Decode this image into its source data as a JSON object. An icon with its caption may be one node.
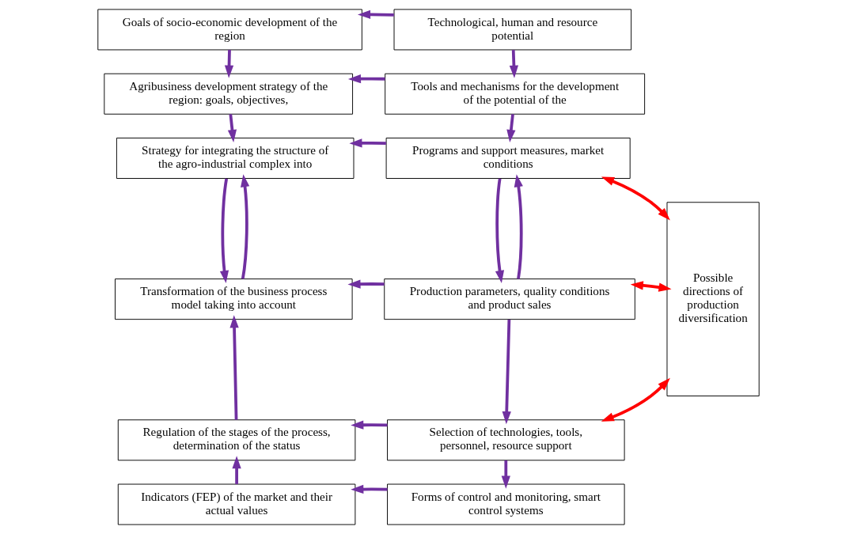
{
  "diagram": {
    "nodes": [
      {
        "text": [
          "Goals of socio-economic development of the region"
        ]
      },
      {
        "text": [
          "Technological, human and resource potential"
        ]
      },
      {
        "text": [
          "Agribusiness development strategy of the region: goals, objectives,"
        ]
      },
      {
        "text": [
          "Tools and mechanisms for the development of the potential of the"
        ]
      },
      {
        "text": [
          "Strategy for integrating the structure of the agro-industrial complex into"
        ]
      },
      {
        "text": [
          "Programs and support measures, market conditions"
        ]
      },
      {
        "text": [
          "Transformation of the business process model taking into account"
        ]
      },
      {
        "text": [
          "Production parameters, quality conditions and product sales"
        ]
      },
      {
        "text": [
          "Regulation of the stages of the process, determination of the status"
        ]
      },
      {
        "text": [
          "Selection of technologies, tools, personnel, resource support"
        ]
      },
      {
        "text": [
          "Indicators (FEP) of the market and their actual values"
        ]
      },
      {
        "text": [
          "Forms of control and monitoring, smart control systems"
        ]
      },
      {
        "text": [
          "Possible directions of production diversification"
        ]
      }
    ],
    "edges": [
      {
        "from": 1,
        "to": 0,
        "arrow": "to"
      },
      {
        "from": 0,
        "to": 2,
        "arrow": "to"
      },
      {
        "from": 1,
        "to": 3,
        "arrow": "to"
      },
      {
        "from": 3,
        "to": 2,
        "arrow": "to"
      },
      {
        "from": 2,
        "to": 4,
        "arrow": "to"
      },
      {
        "from": 3,
        "to": 5,
        "arrow": "to"
      },
      {
        "from": 5,
        "to": 4,
        "arrow": "to"
      },
      {
        "from": 5,
        "to": 12,
        "arrow": "both",
        "color": "#ff0000"
      },
      {
        "from": 4,
        "to": 6,
        "arrow": "to"
      },
      {
        "from": 6,
        "to": 4,
        "arrow": "to"
      },
      {
        "from": 5,
        "to": 7,
        "arrow": "to"
      },
      {
        "from": 7,
        "to": 5,
        "arrow": "to"
      },
      {
        "from": 7,
        "to": 6,
        "arrow": "to"
      },
      {
        "from": 7,
        "to": 12,
        "arrow": "both",
        "color": "#ff0000"
      },
      {
        "from": 8,
        "to": 6,
        "arrow": "to"
      },
      {
        "from": 7,
        "to": 9,
        "arrow": "to"
      },
      {
        "from": 9,
        "to": 8,
        "arrow": "to"
      },
      {
        "from": 9,
        "to": 12,
        "arrow": "both",
        "color": "#ff0000"
      },
      {
        "from": 10,
        "to": 8,
        "arrow": "to"
      },
      {
        "from": 9,
        "to": 11,
        "arrow": "to"
      },
      {
        "from": 11,
        "to": 10,
        "arrow": "to"
      }
    ]
  }
}
